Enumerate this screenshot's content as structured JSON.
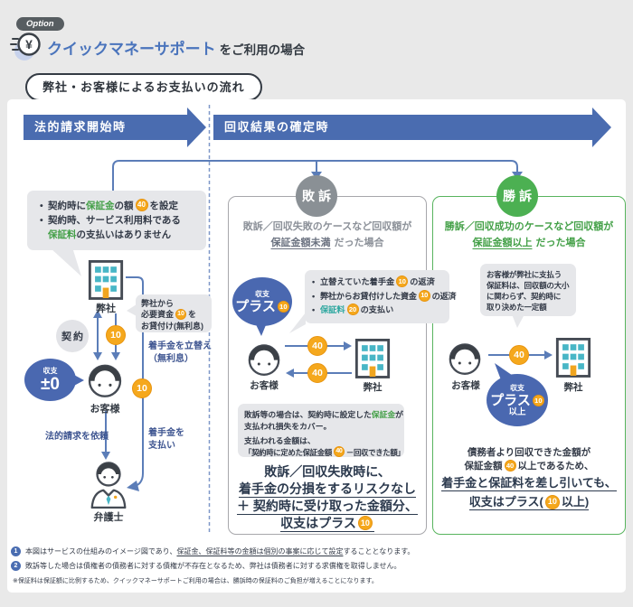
{
  "header": {
    "option": "Option",
    "title_main": "クイックマネーサポート",
    "title_suffix": "をご利用の場合",
    "flow_pill": "弊社・お客様によるお支払いの流れ"
  },
  "timeline": {
    "phase1": "法的請求開始時",
    "phase2": "回収結果の確定時"
  },
  "labels": {
    "company": "弊社",
    "customer": "お客様",
    "lawyer": "弁護士",
    "contract": "契約",
    "balance": "収支"
  },
  "setup": {
    "note": {
      "b1_pre": "契約時に",
      "b1_term": "保証金",
      "b1_mid": "の額",
      "b1_coin": "40",
      "b1_post": "を設定",
      "b2_l1": "契約時、サービス利用料である",
      "b2_term": "保証料",
      "b2_post": "の支払いはありません"
    },
    "loan_bubble": {
      "l1": "弊社から",
      "l2_pre": "必要資金",
      "l2_coin": "10",
      "l2_post": "を",
      "l3": "お貸付け(無利息)"
    },
    "transfer_coin": "10",
    "advance_l1": "着手金を立替え",
    "advance_l2": "（無利息）",
    "advance_coin": "10",
    "balance_value": "±0",
    "request_label": "法的請求を依頼",
    "pay_l1": "着手金を",
    "pay_l2": "支払い"
  },
  "lose": {
    "badge": "敗訴",
    "desc_l1": "敗訴／回収失敗のケースなど回収額が",
    "desc_em": "保証金額未満",
    "desc_rest": "だった場合",
    "balance_word": "プラス",
    "balance_coin": "10",
    "bullets": {
      "b1_pre": "立替えていた着手金",
      "b1_coin": "10",
      "b1_post": "の返済",
      "b2_pre": "弊社からお貸付けした資金",
      "b2_coin": "10",
      "b2_post": "の返済",
      "b3_term": "保証料",
      "b3_coin": "20",
      "b3_post": "の支払い"
    },
    "coin_to_company": "40",
    "coin_to_customer": "40",
    "note": {
      "l1_pre": "敗訴等の場合は、契約時に設定した",
      "l1_term": "保証金",
      "l1_post": "が",
      "l2": "支払われ損失をカバー。",
      "l3": "支払われる金額は、",
      "l4_pre": "「契約時に定めた保証金額",
      "l4_coin": "40",
      "l4_post": "－回収できた額」"
    },
    "summary": {
      "l1": "敗訴／回収失敗時に、",
      "l2": "着手金の分損をするリスクなし",
      "l3": "＋ 契約時に受け取った金額分、",
      "l4_pre": "収支はプラス",
      "l4_coin": "10"
    }
  },
  "win": {
    "badge": "勝訴",
    "desc_l1": "勝訴／回収成功のケースなど回収額が",
    "desc_em": "保証金額以上",
    "desc_rest": "だった場合",
    "note_l1": "お客様が弊社に支払う",
    "note_l2": "保証料は、回収額の大小",
    "note_l3": "に関わらず、契約時に",
    "note_l4": "取り決めた一定額",
    "coin": "40",
    "balance_word": "プラス",
    "balance_coin": "10",
    "balance_suffix": "以上",
    "summary": {
      "l1": "債務者より回収できた金額が",
      "l2_pre": "保証金額",
      "l2_coin": "40",
      "l2_post": "以上であるため、",
      "l3": "着手金と保証料を差し引いても、",
      "l4_pre": "収支はプラス(",
      "l4_coin": "10",
      "l4_post": "以上)"
    }
  },
  "footnotes": {
    "n1_num": "1",
    "n1_pre": "本図はサービスの仕組みのイメージ図であり、",
    "n1_u": "保証金、保証料等の金額は個別の事案に応じて設定",
    "n1_post": "することとなります。",
    "n2_num": "2",
    "n2_text": "敗訴等した場合は債権者の債務者に対する債権が不存在となるため、弊社は債務者に対する求償権を取得しません。",
    "n3_text": "※保証料は保証額に比例するため、クイックマネーサポートご利用の場合は、勝訴時の保証料のご負担が増えることになります。"
  },
  "colors": {
    "primary_blue": "#4a6cb0",
    "bubble_blue": "#4a68b0",
    "title_blue": "#4a74bc",
    "arrow_blue": "#5b7db8",
    "guarantee_green": "#45a049",
    "fee_teal": "#2fa8a0",
    "coin_orange": "#f5a81d",
    "lose_gray": "#8a9095",
    "win_green": "#4cb052",
    "note_gray": "#e6e7ea"
  }
}
